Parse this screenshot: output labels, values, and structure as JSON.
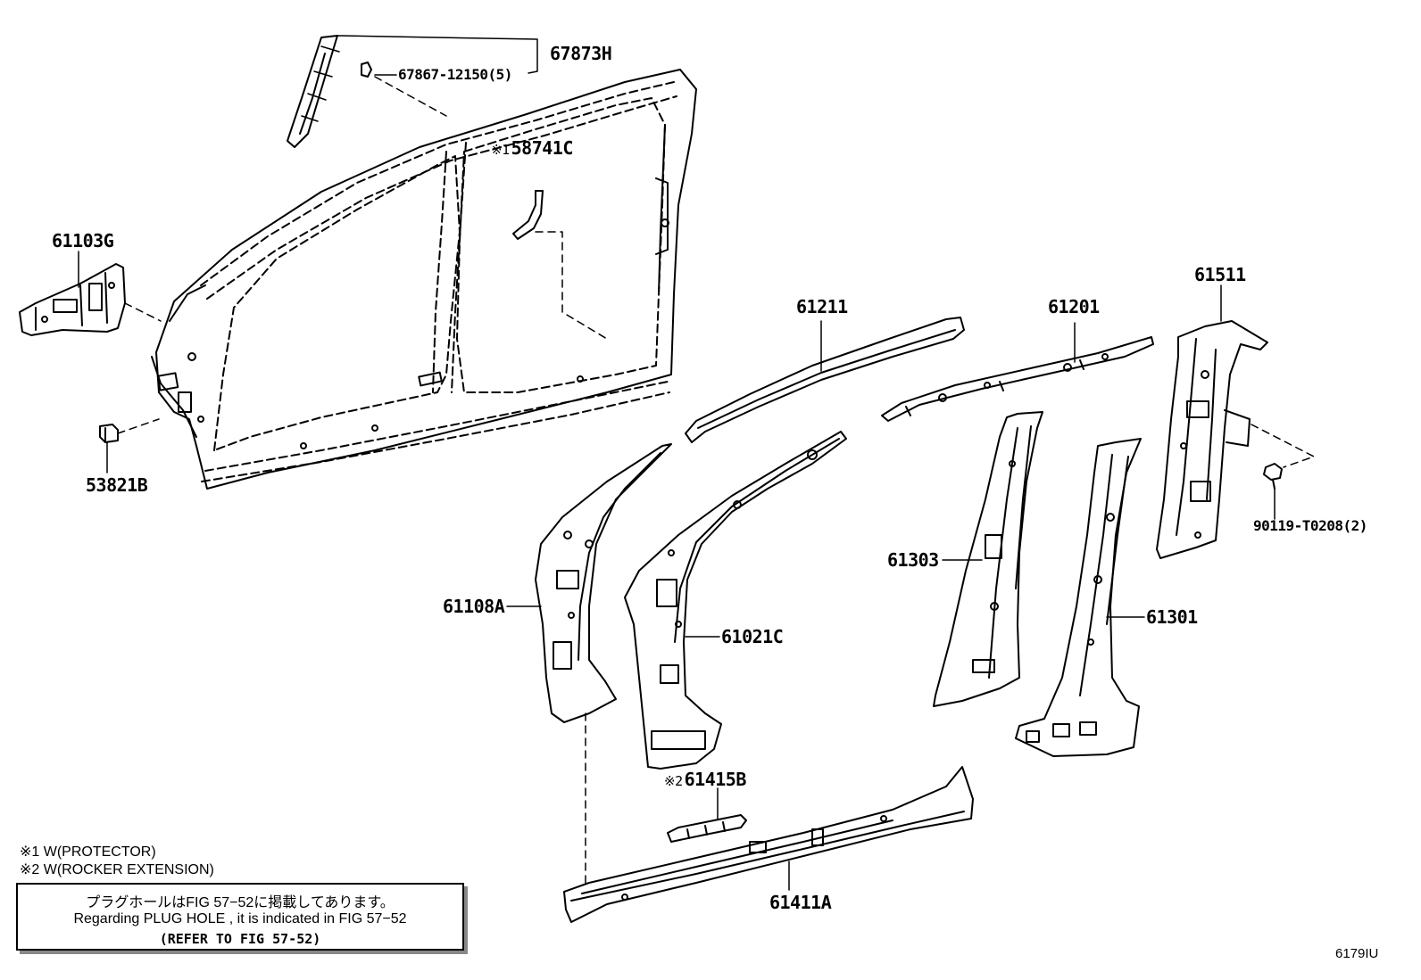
{
  "figure_code": "6179IU",
  "parts": {
    "p67873H": "67873H",
    "p67867": "67867-12150(5)",
    "p58741C": "58741C",
    "p58741C_mark": "※1",
    "p61103G": "61103G",
    "p53821B": "53821B",
    "p61211": "61211",
    "p61201": "61201",
    "p61511": "61511",
    "p90119": "90119-T0208(2)",
    "p61303": "61303",
    "p61301": "61301",
    "p61108A": "61108A",
    "p61021C": "61021C",
    "p61415B": "61415B",
    "p61415B_mark": "※2",
    "p61411A": "61411A"
  },
  "legend": {
    "note1": "※1 W(PROTECTOR)",
    "note2": "※2 W(ROCKER EXTENSION)"
  },
  "note_box": {
    "line_jp": "プラグホールはFIG 57−52に掲載してあります。",
    "line_en": "Regarding  PLUG  HOLE , it is indicated in FIG  57−52",
    "line_ref": "(REFER TO FIG 57-52)"
  }
}
